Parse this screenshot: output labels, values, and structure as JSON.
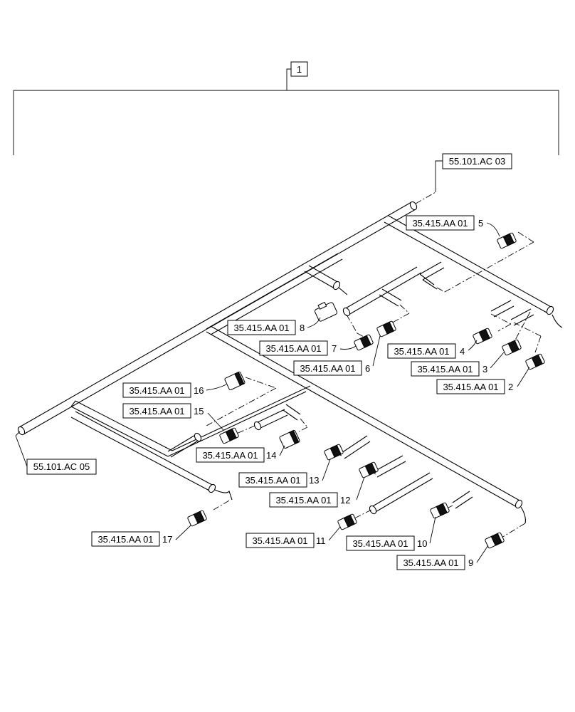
{
  "top_callout": "1",
  "wire_refs": [
    {
      "id": "top",
      "text": "55.101.AC 03"
    },
    {
      "id": "left",
      "text": "55.101.AC 05"
    }
  ],
  "connectors": [
    {
      "ref": "35.415.AA 01",
      "num": "2"
    },
    {
      "ref": "35.415.AA 01",
      "num": "3"
    },
    {
      "ref": "35.415.AA 01",
      "num": "4"
    },
    {
      "ref": "35.415.AA 01",
      "num": "5"
    },
    {
      "ref": "35.415.AA 01",
      "num": "6"
    },
    {
      "ref": "35.415.AA 01",
      "num": "7"
    },
    {
      "ref": "35.415.AA 01",
      "num": "8"
    },
    {
      "ref": "35.415.AA 01",
      "num": "9"
    },
    {
      "ref": "35.415.AA 01",
      "num": "10"
    },
    {
      "ref": "35.415.AA 01",
      "num": "11"
    },
    {
      "ref": "35.415.AA 01",
      "num": "12"
    },
    {
      "ref": "35.415.AA 01",
      "num": "13"
    },
    {
      "ref": "35.415.AA 01",
      "num": "14"
    },
    {
      "ref": "35.415.AA 01",
      "num": "15"
    },
    {
      "ref": "35.415.AA 01",
      "num": "16"
    },
    {
      "ref": "35.415.AA 01",
      "num": "17"
    }
  ]
}
